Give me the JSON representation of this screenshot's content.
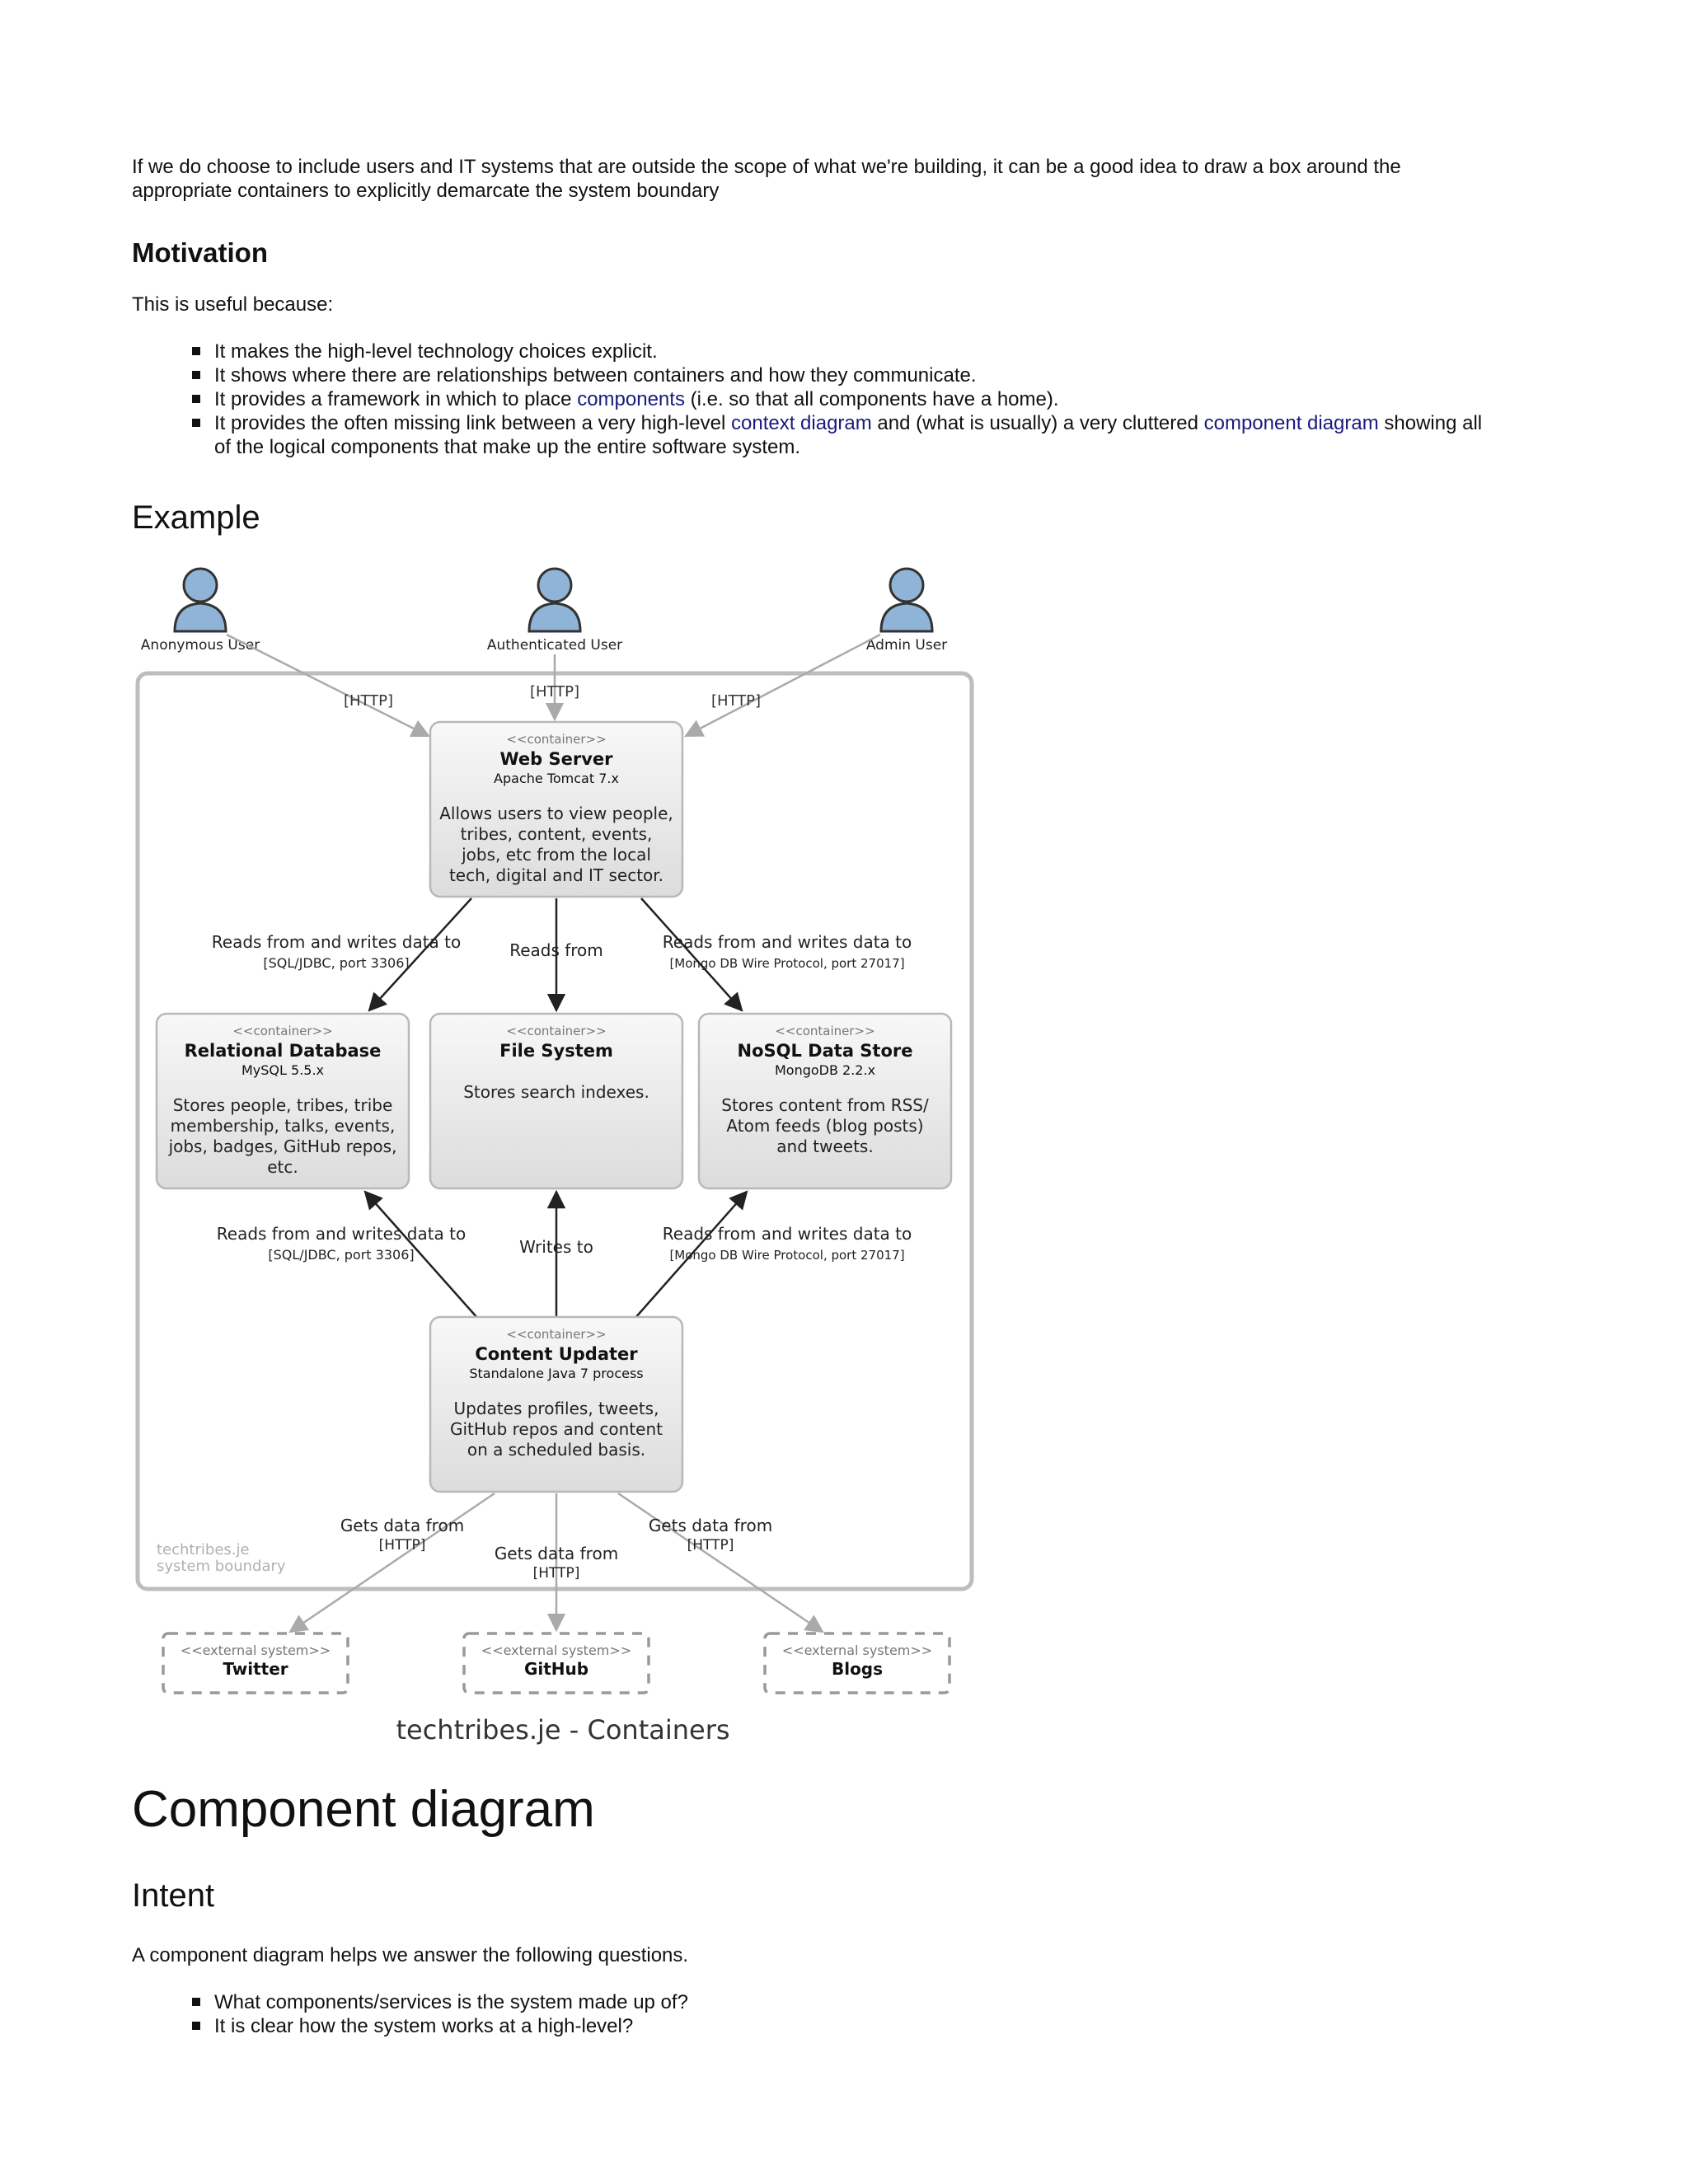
{
  "intro": {
    "line1": "If we do choose to include users and IT systems that are outside the scope of what we're building, it can be a good idea to draw a box around the",
    "line2": "appropriate containers to explicitly demarcate the system boundary"
  },
  "motivation": {
    "heading": "Motivation",
    "lead": "This is useful because:",
    "bullets": {
      "b1": "It makes the high-level technology choices explicit.",
      "b2": "It shows where there are relationships between containers and how they communicate.",
      "b3_pre": "It provides a framework in which to place ",
      "b3_link": "components",
      "b3_post": " (i.e. so that all components have a home).",
      "b4_pre": "It provides the often missing link between a very high-level ",
      "b4_link1": "context diagram",
      "b4_mid": " and (what is usually) a very cluttered ",
      "b4_link2": "component diagram",
      "b4_post": " showing all",
      "b4_line2": "of the logical components that make up the entire software system."
    }
  },
  "example": {
    "heading": "Example"
  },
  "diagram": {
    "users": {
      "anon": "Anonymous User",
      "auth": "Authenticated User",
      "admin": "Admin User"
    },
    "stereo_container": "<<container>>",
    "stereo_external": "<<external system>>",
    "web": {
      "name": "Web Server",
      "tech": "Apache Tomcat 7.x",
      "d1": "Allows users to view people,",
      "d2": "tribes, content, events,",
      "d3": "jobs, etc from the local",
      "d4": "tech, digital and IT sector."
    },
    "rdb": {
      "name": "Relational Database",
      "tech": "MySQL 5.5.x",
      "d1": "Stores people, tribes, tribe",
      "d2": "membership, talks, events,",
      "d3": "jobs, badges, GitHub repos,",
      "d4": "etc."
    },
    "fs": {
      "name": "File System",
      "d1": "Stores search indexes."
    },
    "nosql": {
      "name": "NoSQL Data Store",
      "tech": "MongoDB 2.2.x",
      "d1": "Stores content from RSS/",
      "d2": "Atom feeds (blog posts)",
      "d3": "and tweets."
    },
    "cu": {
      "name": "Content Updater",
      "tech": "Standalone Java 7 process",
      "d1": "Updates profiles, tweets,",
      "d2": "GitHub repos and content",
      "d3": "on a scheduled basis."
    },
    "ext": {
      "twitter": "Twitter",
      "github": "GitHub",
      "blogs": "Blogs"
    },
    "labels": {
      "http": "[HTTP]",
      "rw": "Reads from and writes data to",
      "sql": "[SQL/JDBC, port 3306]",
      "reads_from": "Reads from",
      "mongo": "[Mongo DB Wire Protocol, port 27017]",
      "writes_to": "Writes to",
      "gets": "Gets data from"
    },
    "boundary": {
      "l1": "techtribes.je",
      "l2": "system boundary"
    },
    "caption": "techtribes.je - Containers"
  },
  "component": {
    "heading": "Component diagram",
    "intent": "Intent",
    "lead": "A component diagram helps we answer the following questions.",
    "q1": "What components/services is the system made up of?",
    "q2": "It is clear how the system works at a high-level?"
  },
  "colors": {
    "link": "#1a1a7e",
    "box_border": "#b8b8b8",
    "user_fill": "#8fb4d8"
  }
}
